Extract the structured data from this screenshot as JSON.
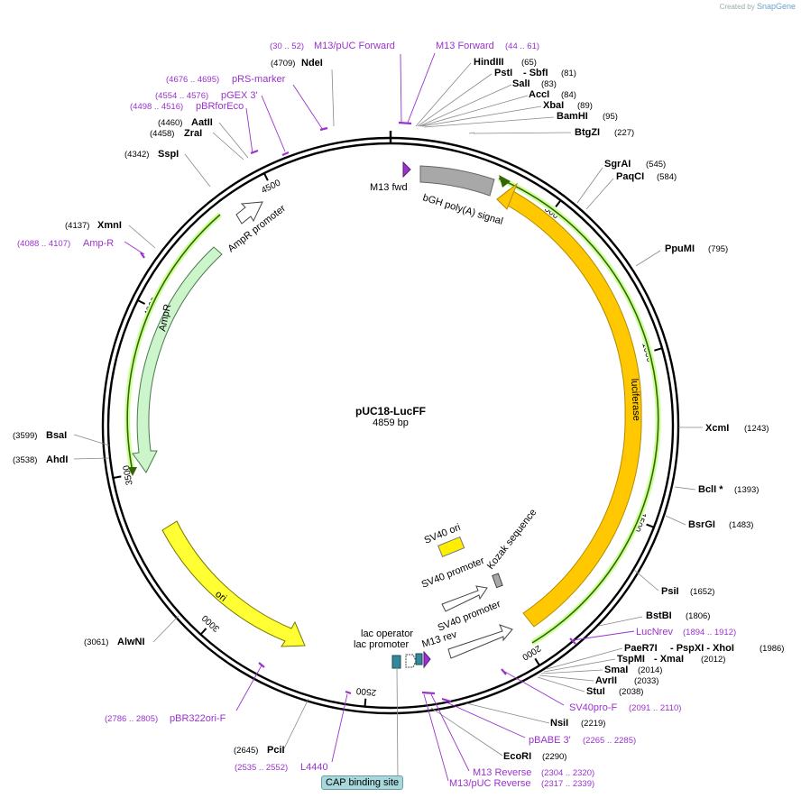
{
  "credit": {
    "prefix": "Created by",
    "brand": "SnapGene"
  },
  "plasmid": {
    "name": "pUC18-LucFF",
    "size_label": "4859 bp",
    "length": 4859
  },
  "ruler_ticks": [
    {
      "pos": 500,
      "label": "500"
    },
    {
      "pos": 1000,
      "label": "1000"
    },
    {
      "pos": 1500,
      "label": "1500"
    },
    {
      "pos": 2000,
      "label": "2000"
    },
    {
      "pos": 2500,
      "label": "2500"
    },
    {
      "pos": 3000,
      "label": "3000"
    },
    {
      "pos": 3500,
      "label": "3500"
    },
    {
      "pos": 4000,
      "label": "4000"
    },
    {
      "pos": 4500,
      "label": "4500"
    }
  ],
  "enzymes": [
    {
      "name": "NdeI",
      "pos_label": "(4709)",
      "site": 4709
    },
    {
      "name": "HindIII",
      "pos_label": "(65)",
      "site": 65
    },
    {
      "name": "PstI",
      "extra": "- SbfI",
      "pos_label": "(81)",
      "site": 81
    },
    {
      "name": "SalI",
      "pos_label": "(83)",
      "site": 83
    },
    {
      "name": "AccI",
      "pos_label": "(84)",
      "site": 84
    },
    {
      "name": "XbaI",
      "pos_label": "(89)",
      "site": 89
    },
    {
      "name": "BamHI",
      "pos_label": "(95)",
      "site": 95
    },
    {
      "name": "BtgZI",
      "pos_label": "(227)",
      "site": 227
    },
    {
      "name": "SgrAI",
      "pos_label": "(545)",
      "site": 545
    },
    {
      "name": "PaqCI",
      "pos_label": "(584)",
      "site": 584
    },
    {
      "name": "PpuMI",
      "pos_label": "(795)",
      "site": 795
    },
    {
      "name": "XcmI",
      "pos_label": "(1243)",
      "site": 1243
    },
    {
      "name": "BclI *",
      "pos_label": "(1393)",
      "site": 1393
    },
    {
      "name": "BsrGI",
      "pos_label": "(1483)",
      "site": 1483
    },
    {
      "name": "PsiI",
      "pos_label": "(1652)",
      "site": 1652
    },
    {
      "name": "BstBI",
      "pos_label": "(1806)",
      "site": 1806
    },
    {
      "name": "PaeR7I",
      "extra": "- PspXI - XhoI",
      "pos_label": "(1986)",
      "site": 1986
    },
    {
      "name": "TspMI",
      "extra": "- XmaI",
      "pos_label": "(2012)",
      "site": 2012
    },
    {
      "name": "SmaI",
      "pos_label": "(2014)",
      "site": 2014
    },
    {
      "name": "AvrII",
      "pos_label": "(2033)",
      "site": 2033
    },
    {
      "name": "StuI",
      "pos_label": "(2038)",
      "site": 2038
    },
    {
      "name": "NsiI",
      "pos_label": "(2219)",
      "site": 2219
    },
    {
      "name": "EcoRI",
      "pos_label": "(2290)",
      "site": 2290
    },
    {
      "name": "PciI",
      "pos_label": "(2645)",
      "site": 2645
    },
    {
      "name": "AlwNI",
      "pos_label": "(3061)",
      "site": 3061
    },
    {
      "name": "AhdI",
      "pos_label": "(3538)",
      "site": 3538
    },
    {
      "name": "BsaI",
      "pos_label": "(3599)",
      "site": 3599
    },
    {
      "name": "XmnI",
      "pos_label": "(4137)",
      "site": 4137
    },
    {
      "name": "SspI",
      "pos_label": "(4342)",
      "site": 4342
    },
    {
      "name": "ZraI",
      "pos_label": "(4458)",
      "site": 4458
    },
    {
      "name": "AatII",
      "pos_label": "(4460)",
      "site": 4460
    }
  ],
  "primers": [
    {
      "name": "M13/pUC Forward",
      "range": "(30 .. 52)"
    },
    {
      "name": "M13 Forward",
      "range": "(44 .. 61)"
    },
    {
      "name": "pRS-marker",
      "range": "(4676 .. 4695)"
    },
    {
      "name": "pGEX 3'",
      "range": "(4554 .. 4576)"
    },
    {
      "name": "pBRforEco",
      "range": "(4498 .. 4516)"
    },
    {
      "name": "Amp-R",
      "range": "(4088 .. 4107)"
    },
    {
      "name": "LucNrev",
      "range": "(1894 .. 1912)"
    },
    {
      "name": "SV40pro-F",
      "range": "(2091 .. 2110)"
    },
    {
      "name": "pBABE 3'",
      "range": "(2265 .. 2285)"
    },
    {
      "name": "M13 Reverse",
      "range": "(2304 .. 2320)"
    },
    {
      "name": "M13/pUC Reverse",
      "range": "(2317 .. 2339)"
    },
    {
      "name": "pBR322ori-F",
      "range": "(2786 .. 2805)"
    },
    {
      "name": "L4440",
      "range": "(2535 .. 2552)"
    }
  ],
  "features": {
    "m13_fwd": "M13 fwd",
    "bgh": "bGH poly(A) signal",
    "luciferase": "luciferase",
    "ampr": "AmpR",
    "ampr_promoter": "AmpR promoter",
    "ori": "ori",
    "sv40_ori": "SV40 ori",
    "sv40_promoter": "SV40 promoter",
    "kozak": "Kozak sequence",
    "lac_operator": "lac operator",
    "lac_promoter": "lac promoter",
    "m13_rev": "M13 rev",
    "cap": "CAP binding site"
  },
  "colors": {
    "backbone": "#000000",
    "luciferase": "#ffc800",
    "ampr": "#ccf5cc",
    "ori": "#ffff33",
    "bgh": "#a8a8a8",
    "sv40_ori": "#ffee00",
    "primer": "#9933cc",
    "lac_operator": "#338899",
    "cap": "#a8d8dc",
    "orf_line": "#336600",
    "orf_glow": "#ccff99"
  }
}
